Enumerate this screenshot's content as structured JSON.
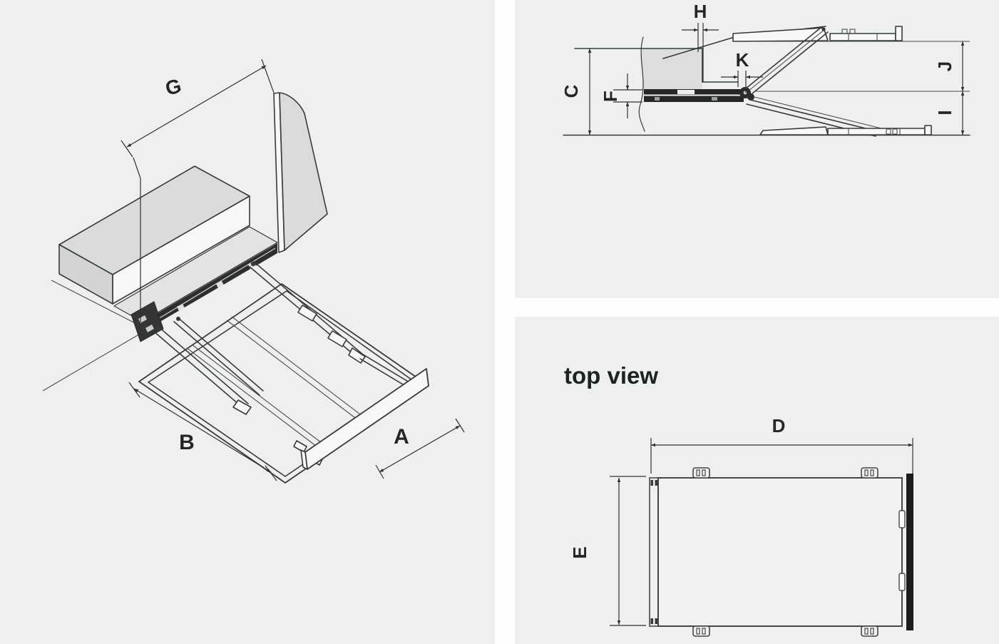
{
  "colors": {
    "panel_bg": "#eef0ee",
    "gutter": "#fdfefd",
    "line": "#373a38",
    "shade_gray": "#d9dcda",
    "rail_dark": "#242725"
  },
  "isometric_view": {
    "dim_labels": {
      "g": "G",
      "b": "B",
      "a": "A"
    }
  },
  "side_view": {
    "dim_labels": {
      "h": "H",
      "k": "K",
      "c": "C",
      "f": "F",
      "j": "J",
      "i": "I"
    }
  },
  "top_view": {
    "title": "top view",
    "dim_labels": {
      "d": "D",
      "e": "E"
    }
  }
}
